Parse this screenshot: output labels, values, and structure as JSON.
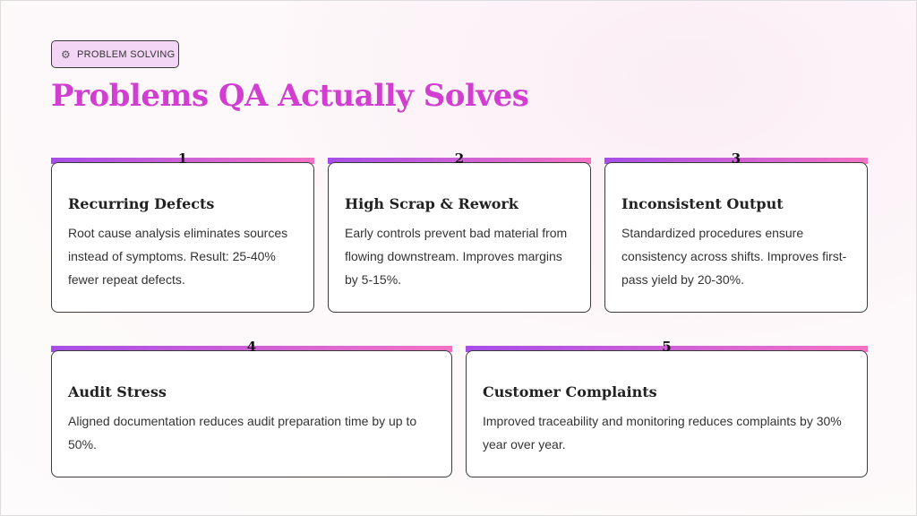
{
  "badge": {
    "icon": "gear-hand-icon",
    "label": "PROBLEM SOLVING"
  },
  "title": "Problems QA Actually Solves",
  "cards": [
    {
      "number": "1",
      "title": "Recurring Defects",
      "text": "Root cause analysis eliminates sources instead of symptoms. Result: 25-40% fewer repeat defects."
    },
    {
      "number": "2",
      "title": "High Scrap & Rework",
      "text": "Early controls prevent bad material from flowing downstream. Improves margins by 5-15%."
    },
    {
      "number": "3",
      "title": "Inconsistent Output",
      "text": "Standardized procedures ensure consistency across shifts. Improves first-pass yield by 20-30%."
    },
    {
      "number": "4",
      "title": "Audit Stress",
      "text": "Aligned documentation reduces audit preparation time by up to 50%."
    },
    {
      "number": "5",
      "title": "Customer Complaints",
      "text": "Improved traceability and monitoring reduces complaints by 30% year over year."
    }
  ]
}
